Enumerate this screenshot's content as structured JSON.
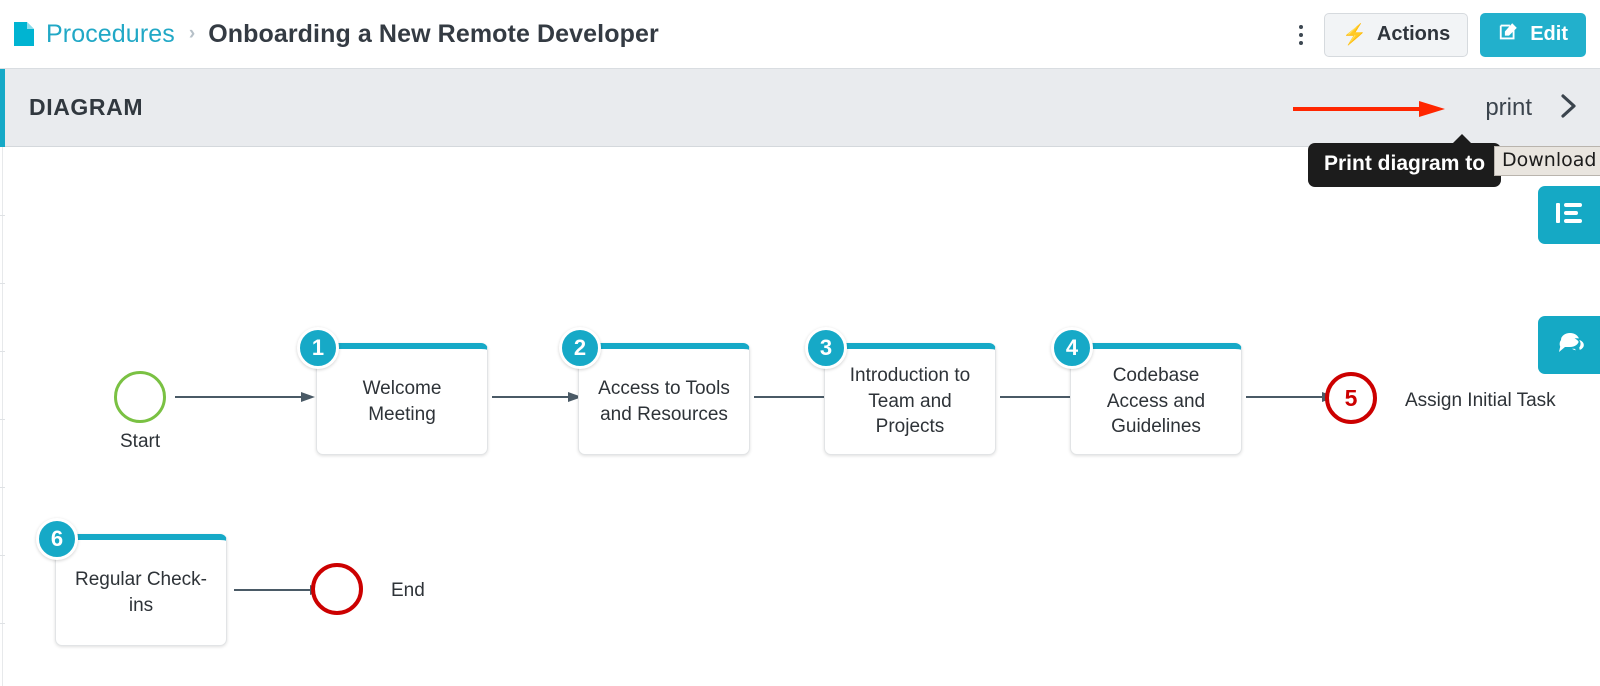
{
  "header": {
    "doc_icon": "document-icon",
    "breadcrumb_root": "Procedures",
    "breadcrumb_separator": "›",
    "title": "Onboarding a New Remote Developer",
    "kebab_icon": "more-options-icon",
    "actions_label": "Actions",
    "actions_icon": "bolt-icon",
    "edit_label": "Edit",
    "edit_icon": "pencil-square-icon",
    "accent_color": "#22b0cc",
    "link_color": "#21a8c6"
  },
  "section": {
    "title": "DIAGRAM",
    "print_label": "print",
    "chevron_icon": "chevron-right-icon",
    "accent_color": "#16a9c7",
    "background": "#e9ebee"
  },
  "annotation": {
    "arrow_color": "#ff2600",
    "arrow_name": "red-pointer-arrow"
  },
  "tooltip": {
    "text": "Print diagram to",
    "background": "#1c1c1c",
    "native_tooltip": "Download"
  },
  "side_tabs": [
    {
      "name": "details-panel-tab",
      "icon": "list-lines-icon",
      "color": "#15a9c5"
    },
    {
      "name": "comments-panel-tab",
      "icon": "chat-bubbles-icon",
      "color": "#15a9c5"
    }
  ],
  "diagram": {
    "start": {
      "label": "Start",
      "border_color": "#7ac143"
    },
    "end": {
      "label": "End",
      "border_color": "#cc0000"
    },
    "steps": [
      {
        "number": "1",
        "label": "Welcome Meeting",
        "shape": "box"
      },
      {
        "number": "2",
        "label": "Access to Tools and Resources",
        "shape": "box"
      },
      {
        "number": "3",
        "label": "Introduction to Team and Projects",
        "shape": "box"
      },
      {
        "number": "4",
        "label": "Codebase Access and Guidelines",
        "shape": "box"
      },
      {
        "number": "5",
        "label": "Assign Initial Task",
        "shape": "circle-red"
      },
      {
        "number": "6",
        "label": "Regular Check-ins",
        "shape": "box"
      }
    ],
    "node_accent": "#16a9c7",
    "edge_color": "#4a5a66"
  }
}
